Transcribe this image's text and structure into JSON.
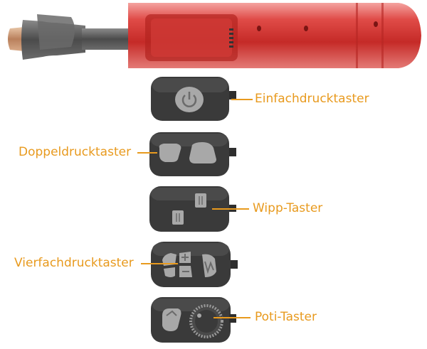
{
  "colors": {
    "accent": "#e89a1e",
    "torch_red": "#d9403c",
    "module_body": "#3a3a3a",
    "button_gray": "#a8a8a8"
  },
  "labels": {
    "einfach": "Einfachdrucktaster",
    "doppel": "Doppeldrucktaster",
    "wipp": "Wipp-Taster",
    "vierfach": "Vierfachdrucktaster",
    "poti": "Poti-Taster"
  },
  "icons": {
    "power": "power-icon",
    "plus": "plus-icon",
    "minus": "minus-icon",
    "wave": "wave-icon"
  }
}
